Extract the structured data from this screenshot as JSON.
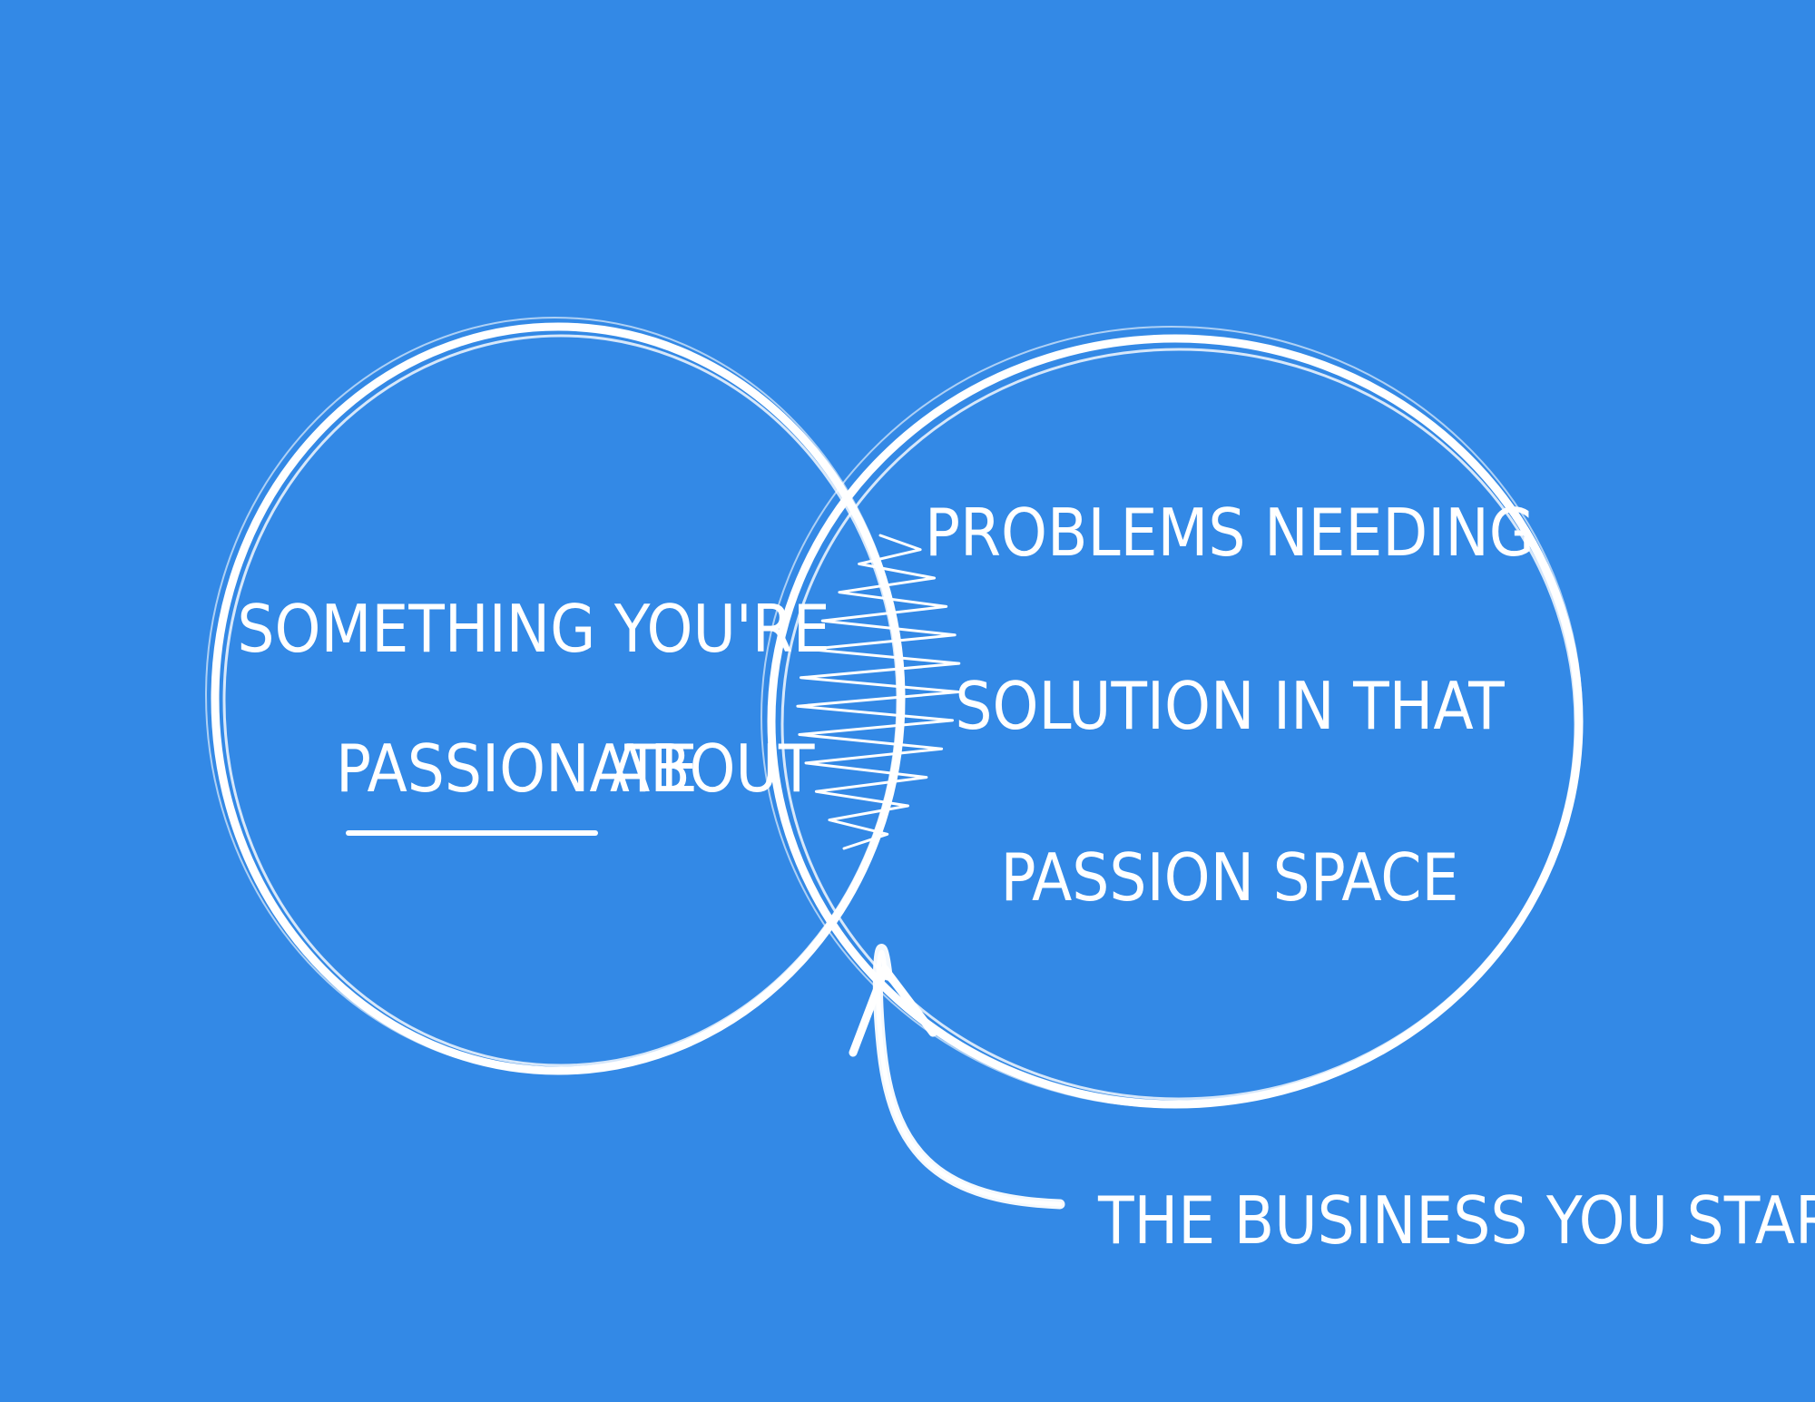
{
  "colors": {
    "background": "#3389e6",
    "ink": "#ffffff"
  },
  "diagram": {
    "left_circle": {
      "line1": "Something you're",
      "line2_underlined": "passionate",
      "line2_rest": "about"
    },
    "right_circle": {
      "line1": "Problems needing",
      "line2": "solution in that",
      "line3": "passion space"
    },
    "overlap_label": "The business you start!"
  }
}
